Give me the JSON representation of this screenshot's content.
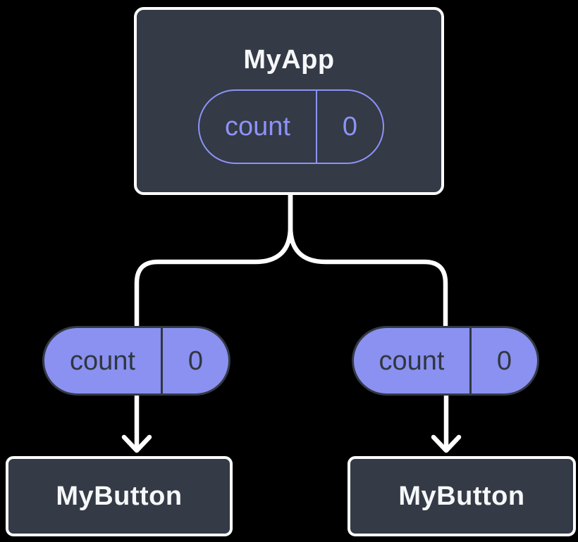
{
  "diagram": {
    "parent": {
      "title": "MyApp",
      "state": {
        "name": "count",
        "value": "0"
      }
    },
    "children": [
      {
        "title": "MyButton",
        "prop": {
          "name": "count",
          "value": "0"
        }
      },
      {
        "title": "MyButton",
        "prop": {
          "name": "count",
          "value": "0"
        }
      }
    ]
  },
  "colors": {
    "background": "#000000",
    "box_fill": "#343A46",
    "box_border": "#FFFFFF",
    "pill_fill": "#8A91F0",
    "pill_stroke": "#8C93F6",
    "pill_dark_text": "#30363F",
    "title_text": "#F6F7F9",
    "connector": "#FFFFFF"
  }
}
